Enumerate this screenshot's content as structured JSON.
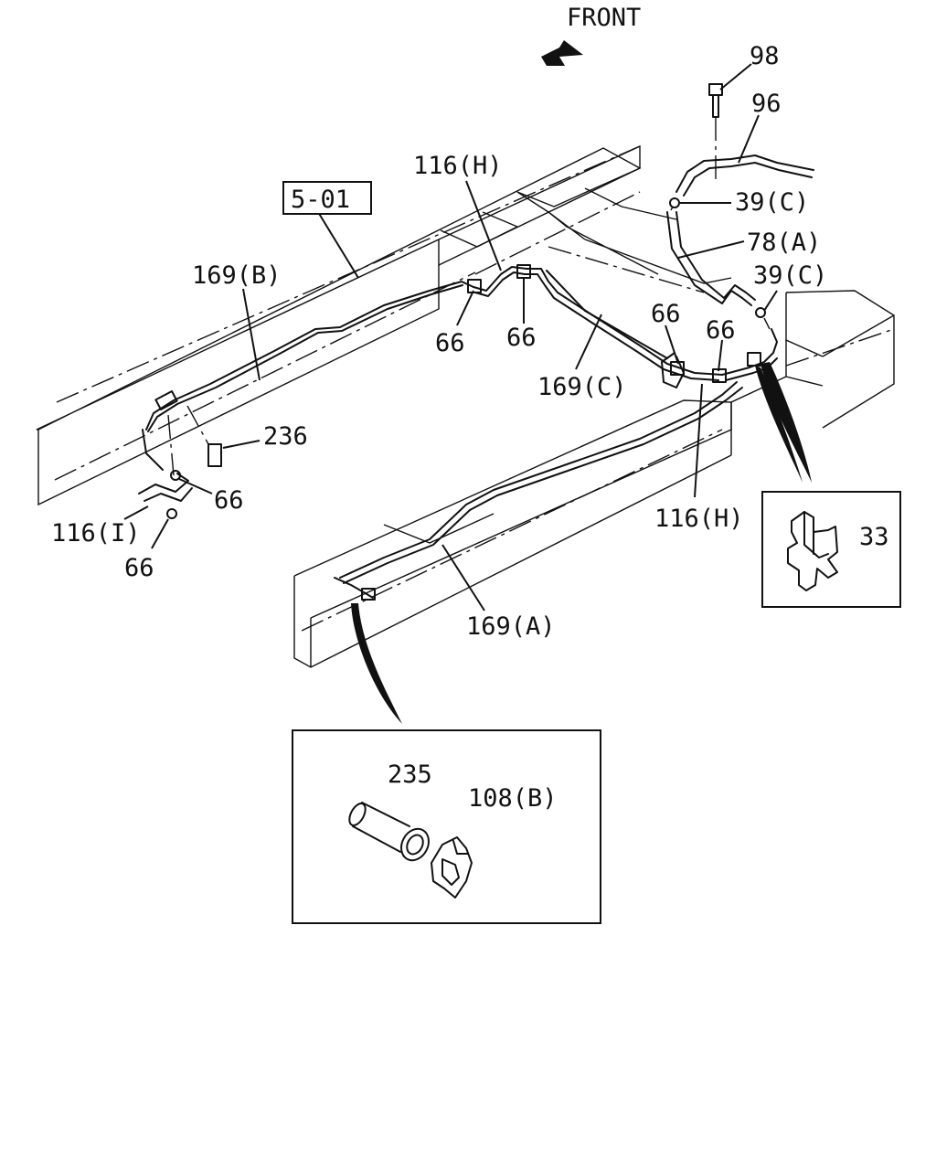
{
  "diagram": {
    "direction_label": "FRONT",
    "reference_box": "5-01",
    "callouts": {
      "c98": "98",
      "c96": "96",
      "c39c_a": "39(C)",
      "c78a": "78(A)",
      "c39c_b": "39(C)",
      "c116h_a": "116(H)",
      "c169b": "169(B)",
      "c66_a": "66",
      "c66_b": "66",
      "c66_c": "66",
      "c66_d": "66",
      "c169c": "169(C)",
      "c236": "236",
      "c66_e": "66",
      "c116i": "116(I)",
      "c66_f": "66",
      "c116h_b": "116(H)",
      "c33": "33",
      "c169a": "169(A)",
      "c235": "235",
      "c108b": "108(B)"
    },
    "icons": [
      "front-arrow-icon"
    ]
  }
}
